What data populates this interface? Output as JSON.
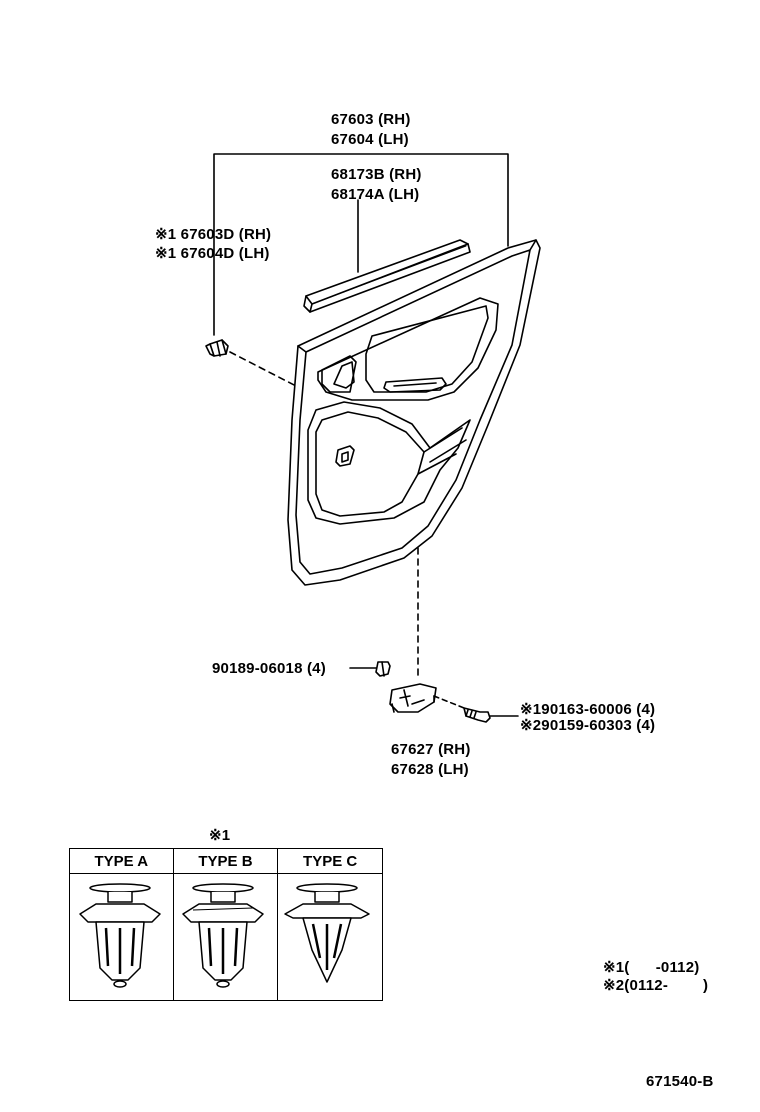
{
  "labels": {
    "trim_board": [
      "67603 (RH)",
      "67604 (LH)"
    ],
    "weatherstrip": [
      "68173B (RH)",
      "68174A (LH)"
    ],
    "clip": [
      "※1 67603D (RH)",
      "※1 67604D (LH)"
    ],
    "screw": "90189-06018 (4)",
    "bolt": [
      "※190163-60006 (4)",
      "※290159-60303 (4)"
    ],
    "bracket": [
      "67627 (RH)",
      "67628 (LH)"
    ]
  },
  "clip_table": {
    "note_mark": "※1",
    "types": [
      "TYPE A",
      "TYPE B",
      "TYPE C"
    ]
  },
  "footnotes": [
    "※1(      -0112)",
    "※2(0112-        )"
  ],
  "diagram_id": "671540-B"
}
